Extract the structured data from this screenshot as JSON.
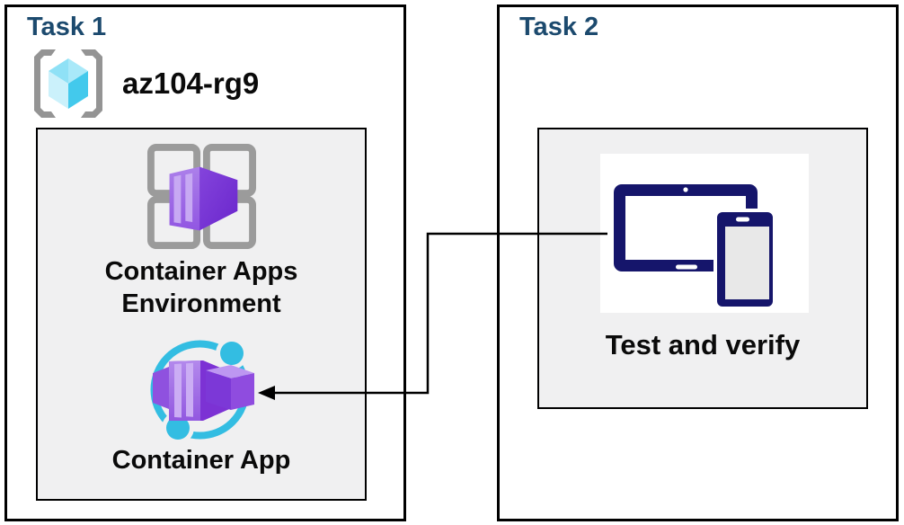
{
  "diagram": {
    "type": "azure-task-flow",
    "colors": {
      "task_title_blue": "#1C4A6E",
      "box_border": "#000000",
      "group_box_bg": "#F0F0F1",
      "bracket_gray": "#949494",
      "frame_gray": "#9B9B9B",
      "cube_cyan_light": "#C8F1FB",
      "cube_cyan_dark": "#43C9EC",
      "container_purple_light": "#A67AE8",
      "container_purple_dark": "#6A26CC",
      "ring_cyan": "#33BDE2",
      "device_navy": "#15156B",
      "label_black": "#0A0A0A",
      "connector_black": "#000000"
    }
  },
  "task1": {
    "title": "Task 1",
    "resource_group": {
      "icon": "resource-group-icon",
      "name": "az104-rg9"
    },
    "group": {
      "nodes": [
        {
          "id": "container-apps-environment",
          "icon": "container-apps-environment-icon",
          "label": "Container Apps Environment"
        },
        {
          "id": "container-app",
          "icon": "container-app-icon",
          "label": "Container App"
        }
      ]
    }
  },
  "task2": {
    "title": "Task 2",
    "group": {
      "nodes": [
        {
          "id": "test-and-verify",
          "icon": "tablet-and-phone-icon",
          "label": "Test and verify"
        }
      ]
    }
  },
  "connector": {
    "from": "test-and-verify",
    "to": "container-app",
    "type": "elbow",
    "arrowhead_at": "container-app"
  }
}
